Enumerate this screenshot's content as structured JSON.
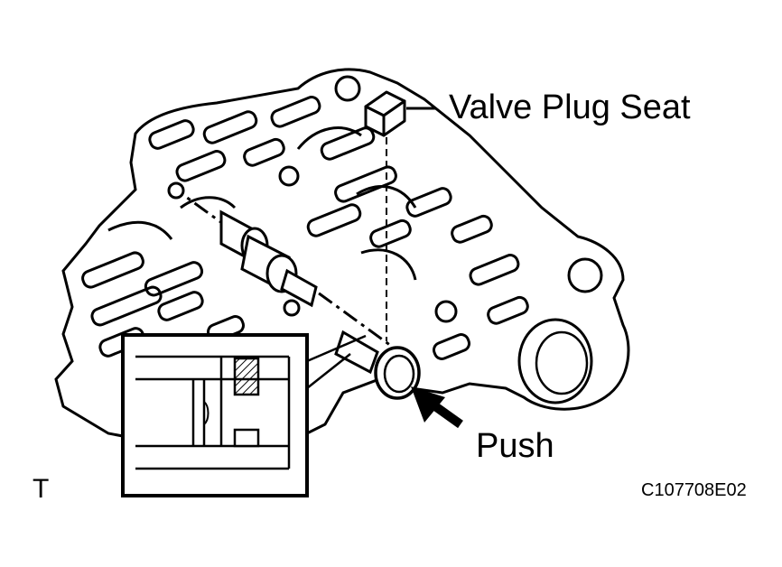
{
  "labels": {
    "valve_plug_seat": "Valve Plug Seat",
    "push": "Push",
    "corner_mark": "T",
    "figure_code": "C107708E02"
  },
  "colors": {
    "line": "#000000",
    "background": "#ffffff"
  }
}
